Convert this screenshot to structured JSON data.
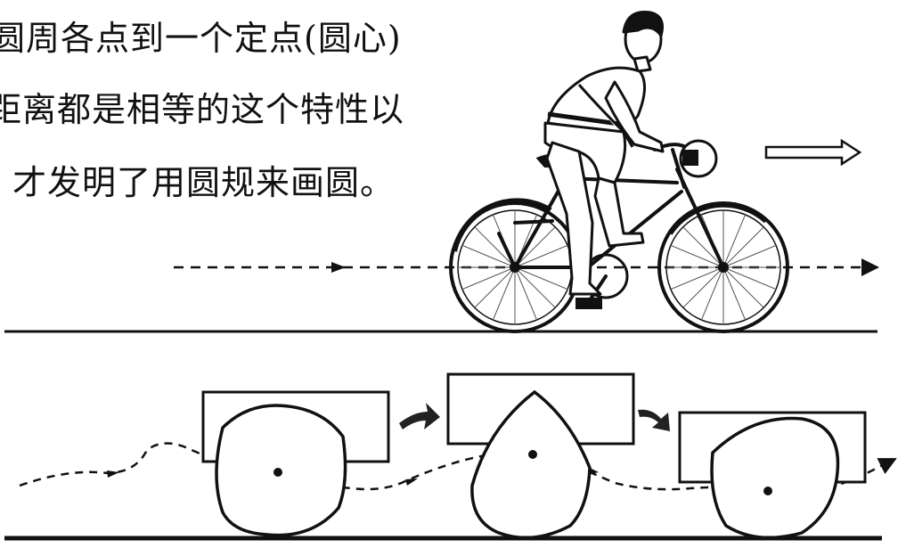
{
  "caption": {
    "line_1": "圆周各点到一个定点(圆心)",
    "line_2": "距离都是相等的这个特性以",
    "line_3": "才发明了用圆规来画圆。"
  },
  "colors": {
    "ink": "#111111",
    "paper": "#ffffff",
    "arrow_fill": "#222222"
  },
  "icons": {
    "direction_arrow": "right-outline-arrow",
    "transition_arrow": "curved-fill-arrow"
  }
}
